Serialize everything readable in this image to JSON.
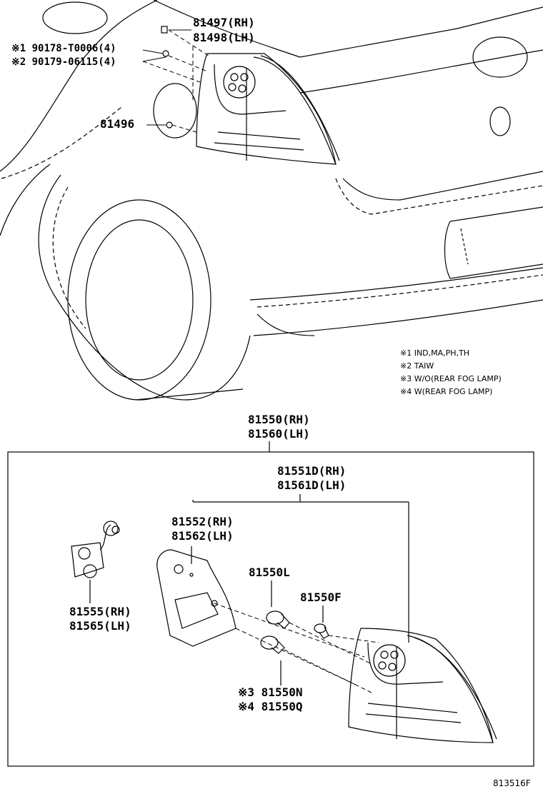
{
  "top_callouts": {
    "p81497": "81497(RH)",
    "p81498": "81498(LH)",
    "n1": "※1 90178-T0006(4)",
    "n2": "※2 90179-06115(4)",
    "p81496": "81496"
  },
  "notes": [
    "※1  IND,MA,PH,TH",
    "※2  TAIW",
    "※3  W/O(REAR FOG LAMP)",
    "※4  W(REAR FOG LAMP)"
  ],
  "assembly": {
    "p81550": "81550(RH)",
    "p81560": "81560(LH)",
    "p81551d": "81551D(RH)",
    "p81561d": "81561D(LH)",
    "p81552": "81552(RH)",
    "p81562": "81562(LH)",
    "p81550l": "81550L",
    "p81550f": "81550F",
    "p81555": "81555(RH)",
    "p81565": "81565(LH)",
    "n3": "※3 81550N",
    "n4": "※4 81550Q"
  },
  "figure_id": "813516F"
}
